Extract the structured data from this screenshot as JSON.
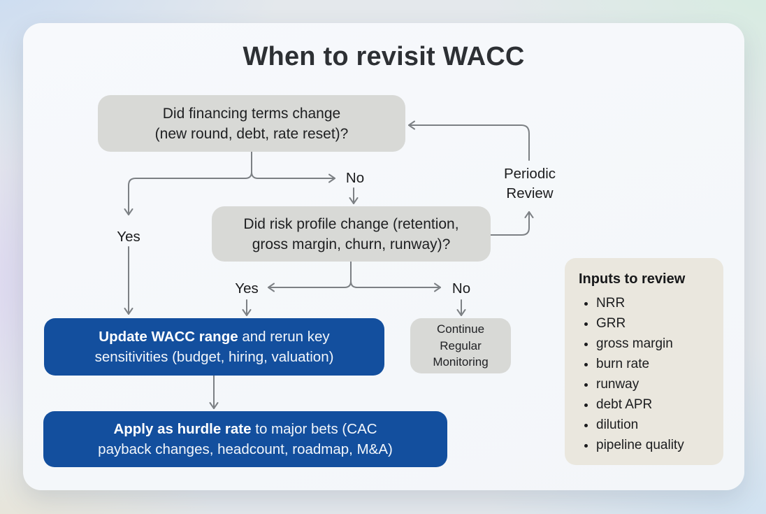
{
  "title": "When to revisit WACC",
  "flow": {
    "q1": {
      "line1": "Did financing terms change",
      "line2": "(new round, debt, rate reset)?"
    },
    "q2": {
      "line1": "Did risk profile change (retention,",
      "line2": "gross margin, churn, runway)?"
    },
    "labels": {
      "q1_yes": "Yes",
      "q1_no": "No",
      "q2_yes": "Yes",
      "q2_no": "No",
      "periodic_line1": "Periodic",
      "periodic_line2": "Review"
    },
    "action1": {
      "bold": "Update WACC range",
      "rest_line1": " and rerun key",
      "line2": "sensitivities (budget, hiring, valuation)"
    },
    "action2": {
      "bold": "Apply as hurdle rate",
      "rest_line1": " to major bets (CAC",
      "line2": "payback changes, headcount, roadmap, M&A)"
    },
    "continue_box": {
      "line1": "Continue",
      "line2": "Regular",
      "line3": "Monitoring"
    }
  },
  "inputs_panel": {
    "heading": "Inputs to review",
    "items": [
      "NRR",
      "GRR",
      "gross margin",
      "burn rate",
      "runway",
      "debt APR",
      "dilution",
      "pipeline quality"
    ]
  },
  "colors": {
    "action_blue": "#134f9e",
    "box_gray": "#d8d9d6",
    "panel_beige": "#eae7de",
    "arrow_gray": "#7c8084",
    "card_background": "#f6f8fb"
  }
}
